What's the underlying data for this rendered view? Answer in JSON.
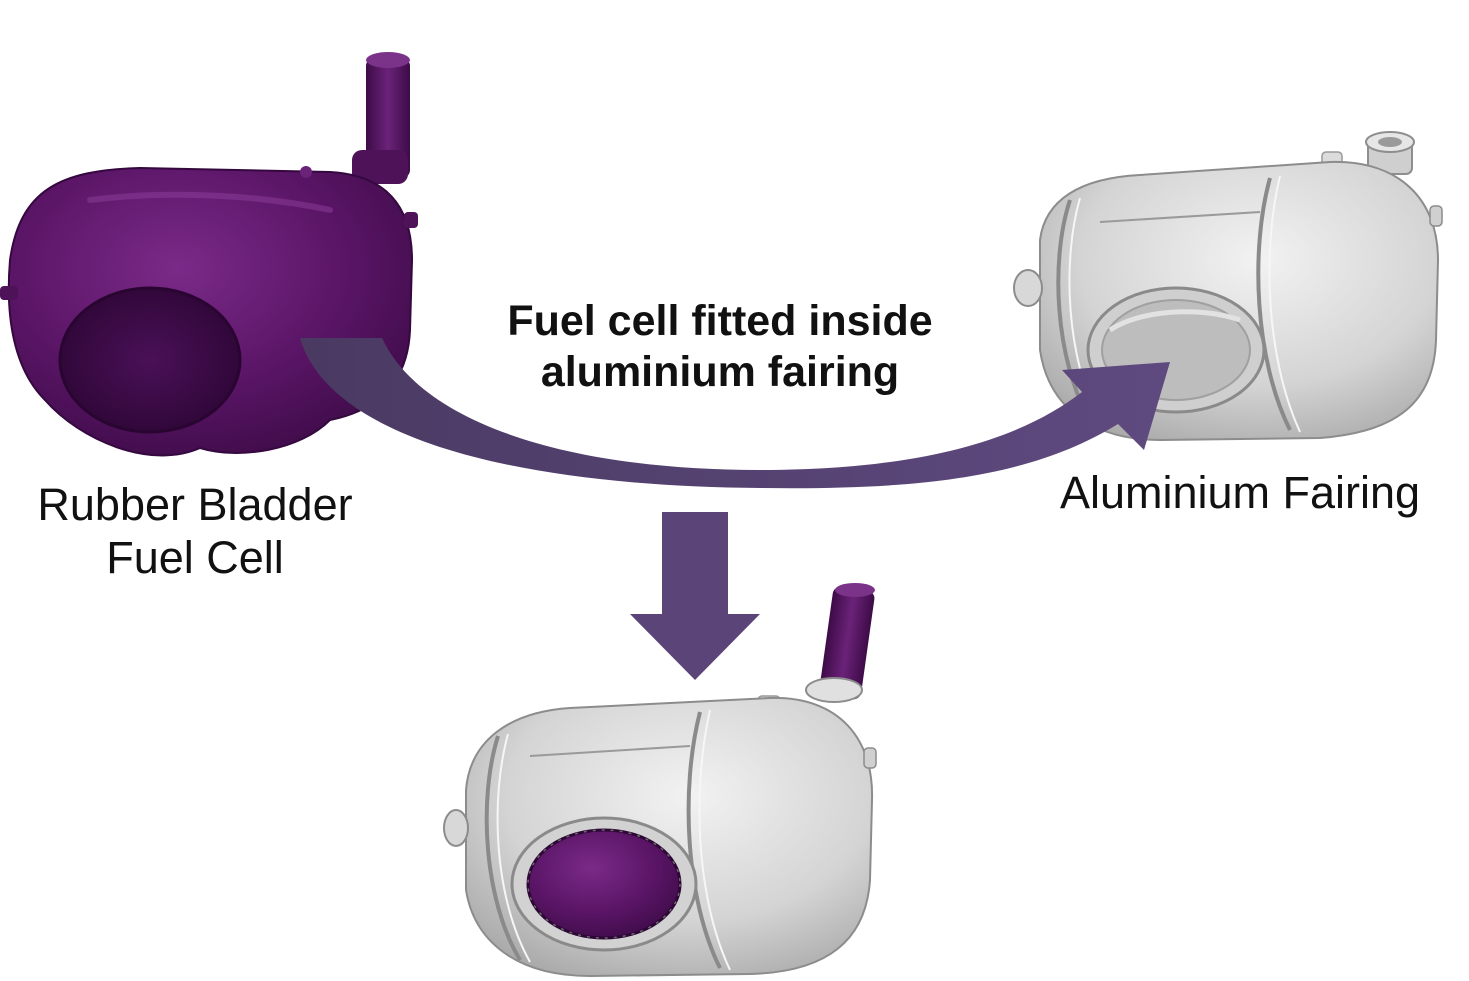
{
  "labels": {
    "rubber_bladder": {
      "line1": "Rubber Bladder",
      "line2": "Fuel Cell"
    },
    "aluminium_fairing": "Aluminium Fairing",
    "process": {
      "line1": "Fuel cell fitted inside",
      "line2": "aluminium fairing"
    }
  },
  "colors": {
    "bladder_purple": "#5a1566",
    "bladder_shade": "#3d0b47",
    "fairing_grey": "#d6d6d6",
    "fairing_shade": "#a9a9a9",
    "arrow_purple": "#5b4477"
  },
  "components": [
    "rubber-bladder-fuel-cell",
    "aluminium-fairing",
    "assembled-fuel-cell"
  ]
}
